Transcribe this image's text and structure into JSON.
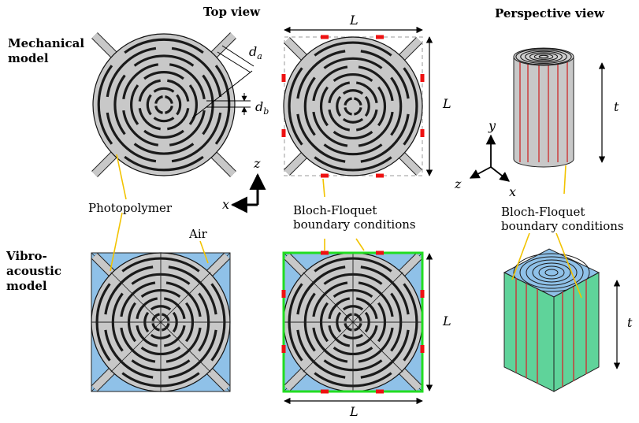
{
  "headers": {
    "top_view": "Top view",
    "perspective_view": "Perspective view"
  },
  "rows": {
    "mechanical": [
      "Mechanical",
      "model"
    ],
    "vibroacoustic": [
      "Vibro-",
      "acoustic",
      "model"
    ]
  },
  "labels": {
    "photopolymer": "Photopolymer",
    "air": "Air",
    "bloch_floquet_1": "Bloch-Floquet",
    "bloch_floquet_2": "boundary conditions",
    "bloch_floquet_right_1": "Bloch-Floquet",
    "bloch_floquet_right_2": "boundary conditions"
  },
  "symbols": {
    "L": "L",
    "t": "t",
    "d_a": "d",
    "d_a_sub": "a",
    "d_b": "d",
    "d_b_sub": "b",
    "x": "x",
    "y": "y",
    "z": "z"
  },
  "colors": {
    "solid": "#c8c8c8",
    "air": "#8fc1e8",
    "green_face": "#5fd39a",
    "boundary_green": "#22dd22",
    "bc_red": "#ee1111",
    "arrow_yellow": "#f2c300",
    "edge": "#111111",
    "dash": "#bbbbbb"
  }
}
